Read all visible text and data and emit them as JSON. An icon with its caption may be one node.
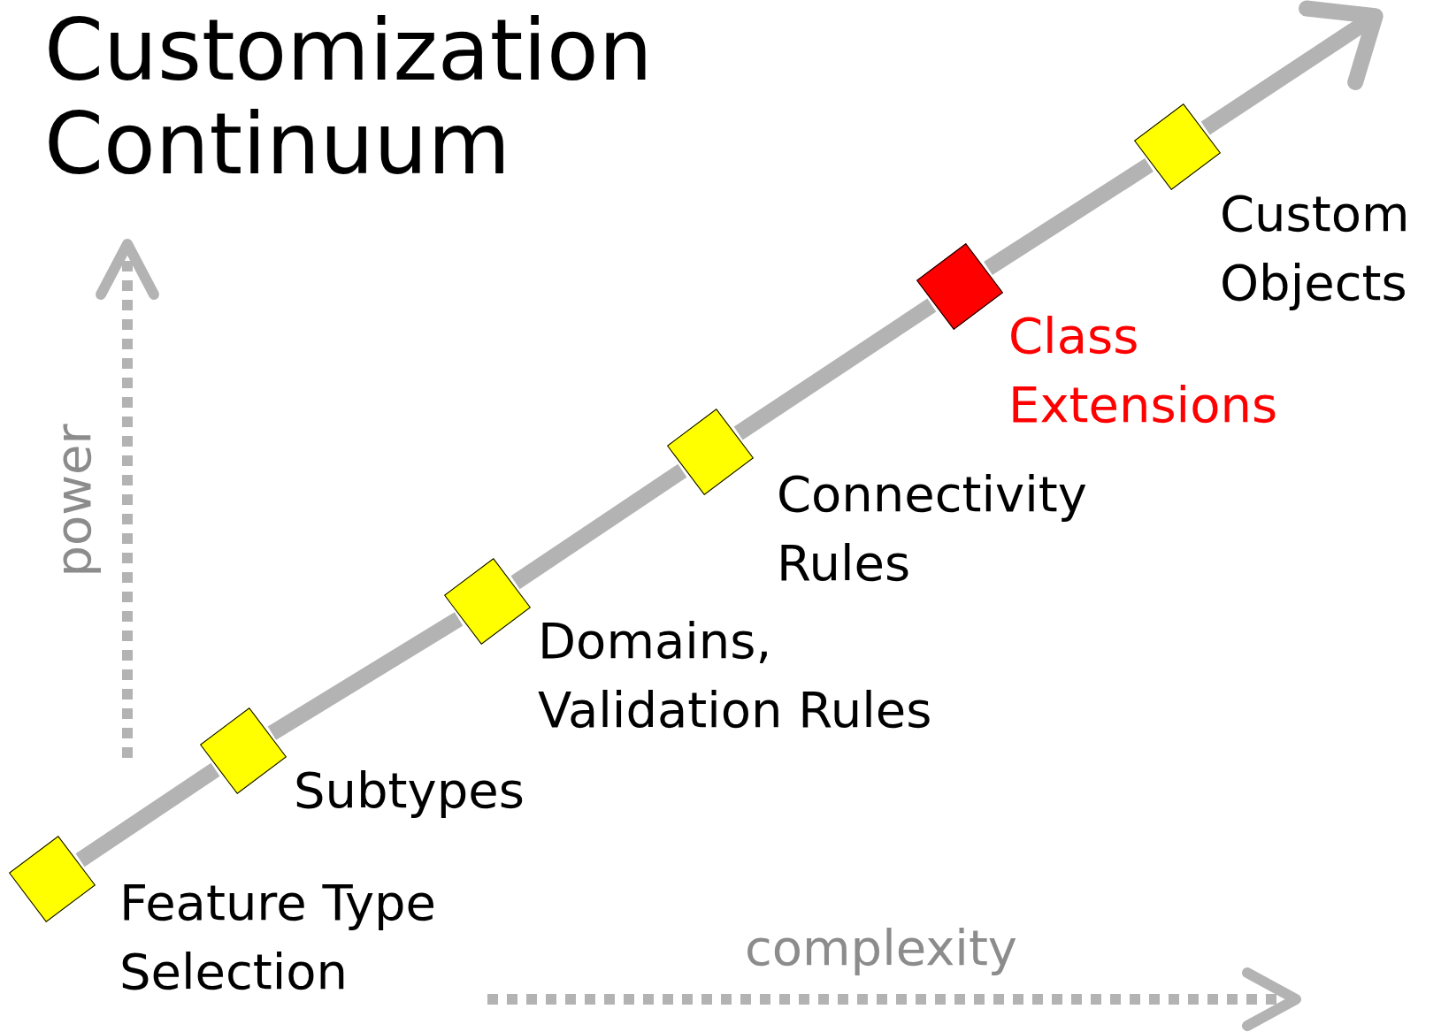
{
  "diagram": {
    "title": "Customization Continuum",
    "nodes": [
      {
        "text": [],
        "shape": "diamond",
        "beside": [
          "Feature Type Selection"
        ]
      },
      {
        "text": [],
        "shape": "diamond",
        "beside": [
          "Subtypes"
        ]
      },
      {
        "text": [],
        "shape": "diamond",
        "beside": [
          "Domains, Validation Rules"
        ]
      },
      {
        "text": [],
        "shape": "diamond",
        "beside": [
          "Connectivity Rules"
        ]
      },
      {
        "text": [],
        "shape": "diamond",
        "beside": [
          "Class Extensions"
        ]
      },
      {
        "text": [],
        "shape": "diamond",
        "beside": [
          "Custom Objects"
        ]
      }
    ],
    "edges": [
      {
        "from": 0,
        "to": 1,
        "arrow": "none"
      },
      {
        "from": 1,
        "to": 2,
        "arrow": "none"
      },
      {
        "from": 2,
        "to": 3,
        "arrow": "none"
      },
      {
        "from": 3,
        "to": 4,
        "arrow": "none"
      },
      {
        "from": 4,
        "to": 5,
        "arrow": "none"
      },
      {
        "from": 5,
        "to": null,
        "arrow": "to"
      }
    ],
    "labels": [
      "power",
      "complexity"
    ]
  }
}
